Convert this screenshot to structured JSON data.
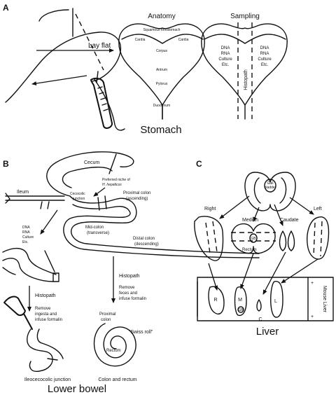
{
  "panel_a": {
    "letter": "A",
    "lay_flat": "Lay flat",
    "anatomy_title": "Anatomy",
    "sampling_title": "Sampling",
    "regions": [
      "Squamous forestomach",
      "Cardia",
      "Cardia",
      "Corpus",
      "Antrum",
      "Pylorus",
      "Duodenum"
    ],
    "sampling_left": [
      "DNA",
      "RNA",
      "Culture",
      "Etc."
    ],
    "sampling_right": [
      "DNA",
      "RNA",
      "Culture",
      "Etc."
    ],
    "histopath": "Histopath",
    "caption": "Stomach"
  },
  "panel_b": {
    "letter": "B",
    "cecum": "Cecum",
    "niche_line1": "Preferred niche of",
    "niche_line2": "H. hepaticus",
    "ileum": "Ileum",
    "junction_line1": "Cecocolic",
    "junction_line2": "junction",
    "proximal_line1": "Proximal colon",
    "proximal_line2": "(ascending)",
    "mid_line1": "Mid-colon",
    "mid_line2": "(transverse)",
    "distal_line1": "Distal colon",
    "distal_line2": "(descending)",
    "rectum": "Rectum",
    "sampling": [
      "DNA",
      "RNA",
      "Culture",
      "Etc."
    ],
    "histopath_left": "Histopath",
    "remove_left": [
      "Remove",
      "ingesta and",
      "infuse formalin"
    ],
    "histopath_right": "Histopath",
    "remove_right": [
      "Remove",
      "feces and",
      "infuse formalin"
    ],
    "proximal_colon_line1": "Proximal",
    "proximal_colon_line2": "colon",
    "swiss_roll": "“Swiss roll”",
    "rectum_inner": "Rectum",
    "ileo_label": "Ileocecocolic junction",
    "colon_label": "Colon and rectum",
    "caption": "Lower bowel"
  },
  "panel_c": {
    "letter": "C",
    "gall": [
      "Gall",
      "bladder"
    ],
    "right": "Right",
    "median": "Median",
    "caudate": "Caudate",
    "left": "Left",
    "gb_small": "GB",
    "cassette": [
      "R",
      "M",
      "C",
      "L"
    ],
    "gb_in_m": "GB",
    "plus_top": "+",
    "plus_bottom": "+",
    "mouse_liver": "Mouse Liver",
    "caption": "Liver"
  }
}
